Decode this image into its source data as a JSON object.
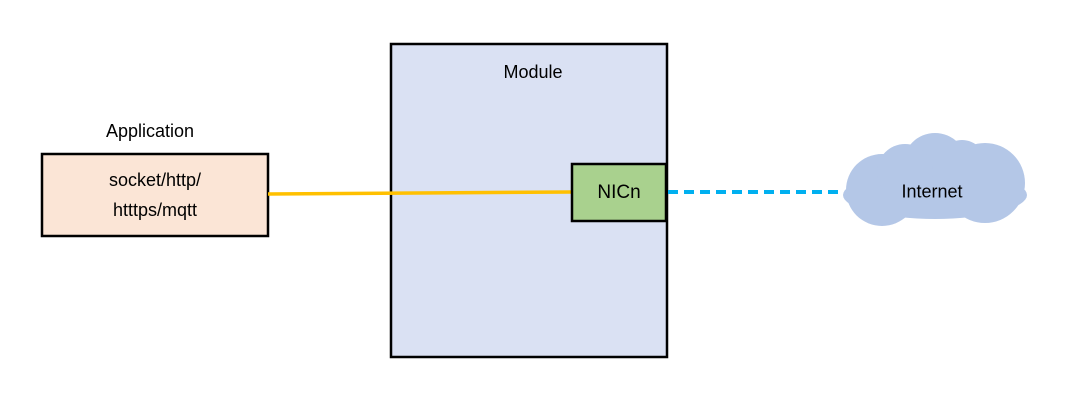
{
  "application": {
    "title": "Application",
    "protocols_line1": "socket/http/",
    "protocols_line2": "htttps/mqtt"
  },
  "module": {
    "title": "Module",
    "nic_label": "NICn"
  },
  "internet": {
    "label": "Internet"
  },
  "colors": {
    "application_fill": "#FBE5D6",
    "module_fill": "#DAE1F3",
    "nic_fill": "#A9D18E",
    "cloud_fill": "#B4C7E7",
    "app_link": "#FFC000",
    "internet_link": "#00B0F0",
    "border": "#000000"
  }
}
